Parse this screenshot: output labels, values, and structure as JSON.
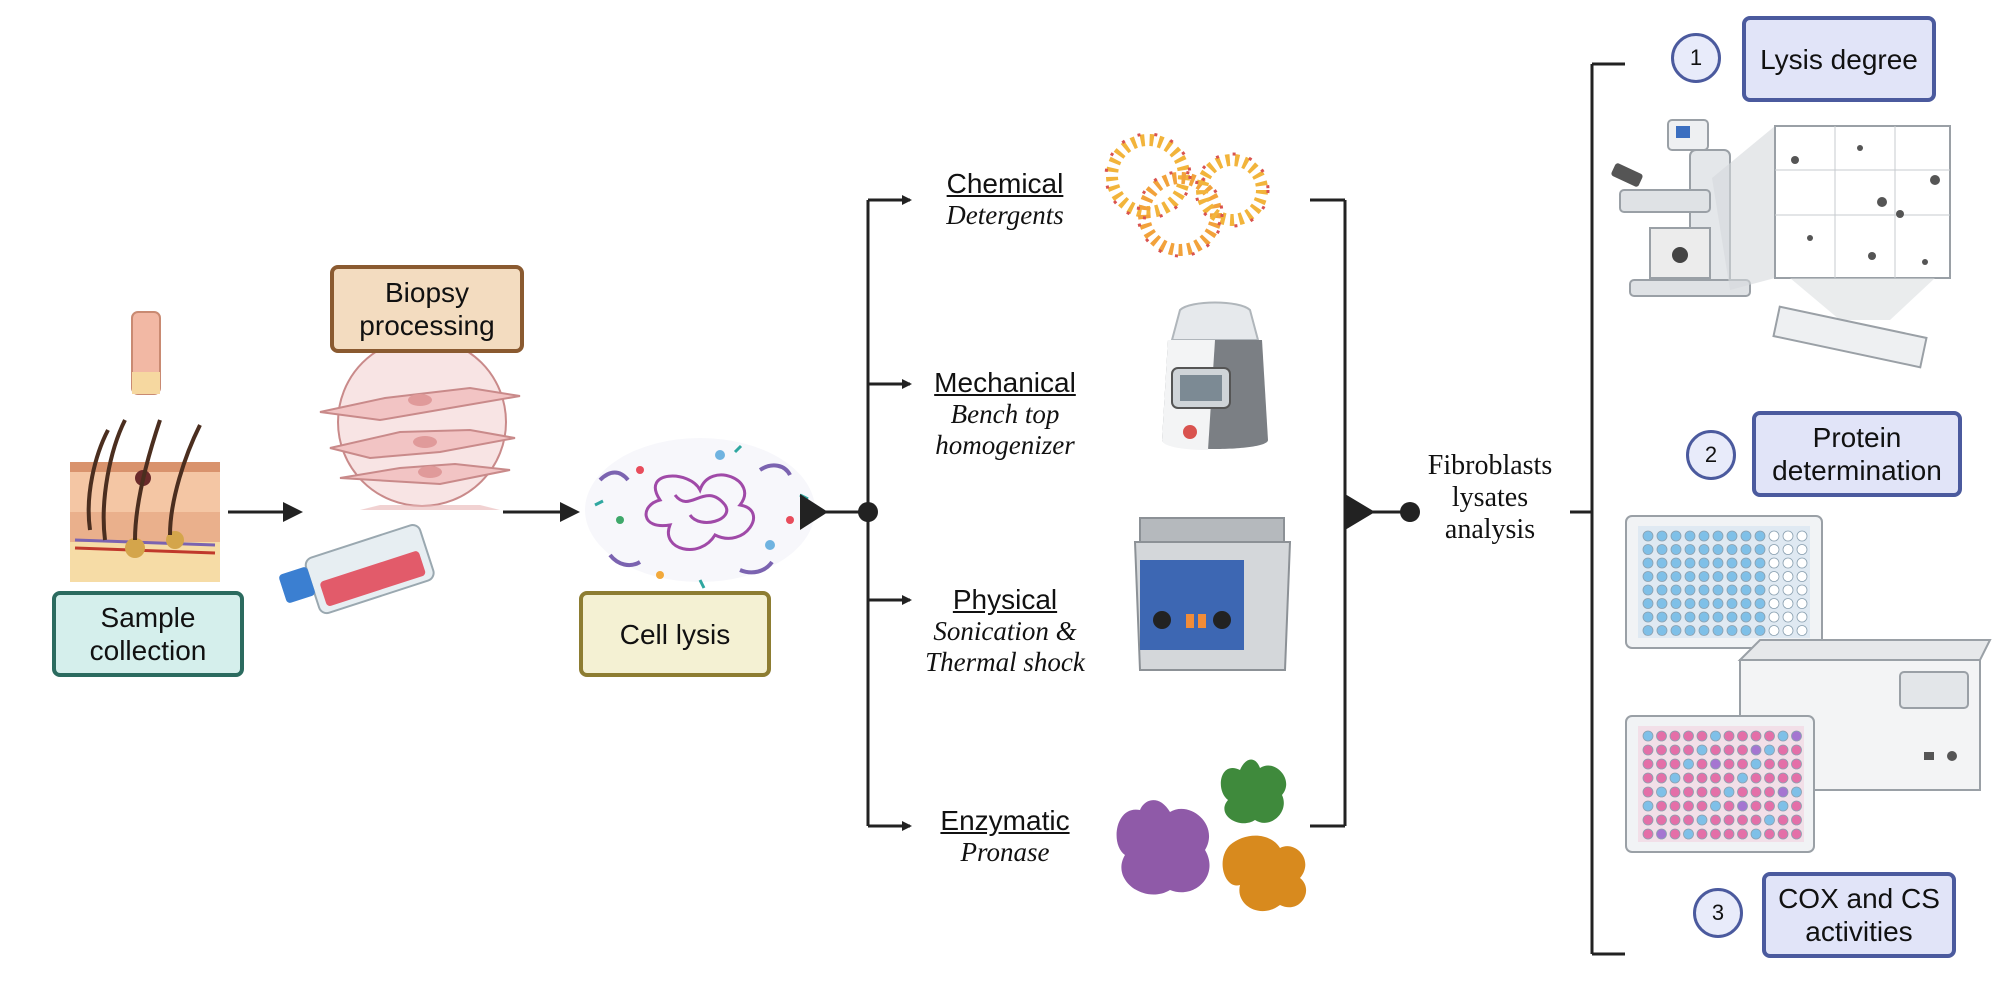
{
  "steps": {
    "sample_collection": "Sample\ncollection",
    "biopsy_processing": "Biopsy\nprocessing",
    "cell_lysis": "Cell lysis"
  },
  "lysis_methods": [
    {
      "name": "Chemical",
      "description": "Detergents"
    },
    {
      "name": "Mechanical",
      "description": "Bench top\nhomogenizer"
    },
    {
      "name": "Physical",
      "description": "Sonication &\nThermal shock"
    },
    {
      "name": "Enzymatic",
      "description": "Pronase"
    }
  ],
  "analysis_label": "Fibroblasts\nlysates\nanalysis",
  "analyses": [
    {
      "number": "1",
      "label": "Lysis degree"
    },
    {
      "number": "2",
      "label": "Protein\ndetermination"
    },
    {
      "number": "3",
      "label": "COX and CS\nactivities"
    }
  ],
  "colors": {
    "sample_box": "#d5efec",
    "biopsy_box": "#f3dcc0",
    "lysis_box": "#f4f1d3",
    "analysis_box": "#e1e4f8"
  }
}
